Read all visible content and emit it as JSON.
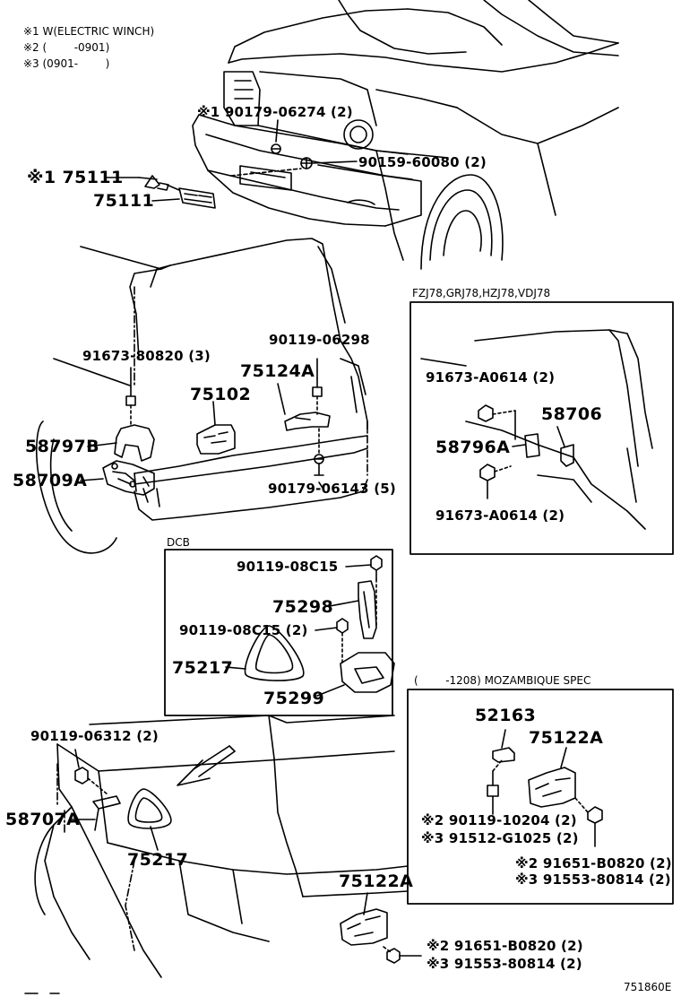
{
  "notes": [
    "※1 W(ELECTRIC WINCH)",
    "※2 (        -0901)",
    "※3 (0901-        )"
  ],
  "boxes": {
    "fzj78": "FZJ78,GRJ78,HZJ78,VDJ78",
    "dcb": "DCB",
    "mozambique": "(        -1208) MOZAMBIQUE SPEC"
  },
  "labels": {
    "p90179_06274": "※1 90179-06274 (2)",
    "p90159_60080": "90159-60080 (2)",
    "p75111_w": "※1 75111",
    "p75111": "75111",
    "p91673_80820": "91673-80820 (3)",
    "p90119_06298": "90119-06298",
    "p75124a": "75124A",
    "p75102": "75102",
    "p58797b": "58797B",
    "p58709a": "58709A",
    "p90179_06143": "90179-06143 (5)",
    "p91673_a0614_top": "91673-A0614 (2)",
    "p58706": "58706",
    "p58796a": "58796A",
    "p91673_a0614_bot": "91673-A0614 (2)",
    "p90119_08c15": "90119-08C15",
    "p75298": "75298",
    "p90119_08c15_2": "90119-08C15 (2)",
    "p75217_dcb": "75217",
    "p75299": "75299",
    "p52163": "52163",
    "p75122a_moz": "75122A",
    "p90119_10204": "※2 90119-10204 (2)",
    "p91512_g1025": "※3 91512-G1025 (2)",
    "p91651_b0820_moz": "※2 91651-B0820 (2)",
    "p91553_80814_moz": "※3 91553-80814 (2)",
    "p90119_06312": "90119-06312 (2)",
    "p58707a": "58707A",
    "p75217": "75217",
    "p75122a": "75122A",
    "p91651_b0820": "※2 91651-B0820 (2)",
    "p91553_80814": "※3 91553-80814 (2)"
  },
  "figure_number": "751860E"
}
